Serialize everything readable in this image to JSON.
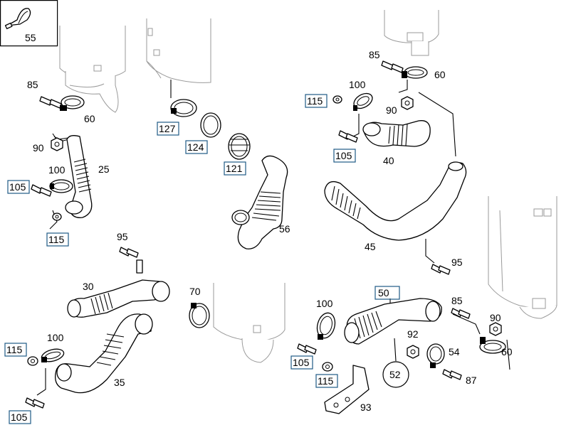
{
  "labels": {
    "p55": "55",
    "p85a": "85",
    "p60a": "60",
    "p90a": "90",
    "p25": "25",
    "p100a": "100",
    "p105a": "105",
    "p115a": "115",
    "p127": "127",
    "p124": "124",
    "p121": "121",
    "p56": "56",
    "p85b": "85",
    "p60b": "60",
    "p100b": "100",
    "p115b": "115",
    "p90b": "90",
    "p105b": "105",
    "p40": "40",
    "p45": "45",
    "p95a": "95",
    "p95b": "95",
    "p30": "30",
    "p70": "70",
    "p100c": "100",
    "p115c": "115",
    "p35": "35",
    "p105c": "105",
    "p50": "50",
    "p100d": "100",
    "p85c": "85",
    "p90c": "90",
    "p92": "92",
    "p54": "54",
    "p60c": "60",
    "p105d": "105",
    "p52": "52",
    "p115d": "115",
    "p87": "87",
    "p93": "93"
  }
}
